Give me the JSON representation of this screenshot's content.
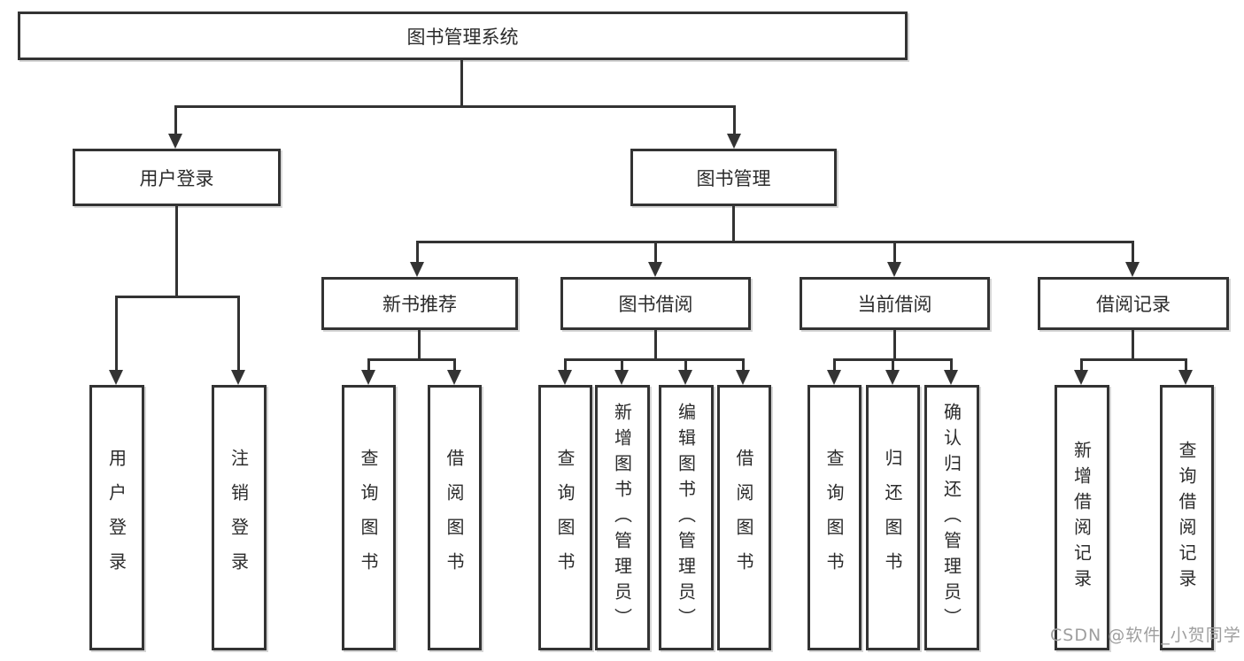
{
  "diagram": {
    "tree": {
      "label": "图书管理系统",
      "children": [
        {
          "label": "用户登录",
          "children": [
            {
              "label": "用户登录"
            },
            {
              "label": "注销登录"
            }
          ]
        },
        {
          "label": "图书管理",
          "children": [
            {
              "label": "新书推荐",
              "children": [
                {
                  "label": "查询图书"
                },
                {
                  "label": "借阅图书"
                }
              ]
            },
            {
              "label": "图书借阅",
              "children": [
                {
                  "label": "查询图书"
                },
                {
                  "label": "新增图书（管理员）"
                },
                {
                  "label": "编辑图书（管理员）"
                },
                {
                  "label": "借阅图书"
                }
              ]
            },
            {
              "label": "当前借阅",
              "children": [
                {
                  "label": "查询图书"
                },
                {
                  "label": "归还图书"
                },
                {
                  "label": "确认归还（管理员）"
                }
              ]
            },
            {
              "label": "借阅记录",
              "children": [
                {
                  "label": "新增借阅记录"
                },
                {
                  "label": "查询借阅记录"
                }
              ]
            }
          ]
        }
      ]
    },
    "watermark": "CSDN @软件_小贺同学",
    "colors": {
      "line": "#333333",
      "box_border": "#333333",
      "background": "#ffffff",
      "text": "#2b2b2b",
      "watermark": "#9e9e9e"
    }
  }
}
